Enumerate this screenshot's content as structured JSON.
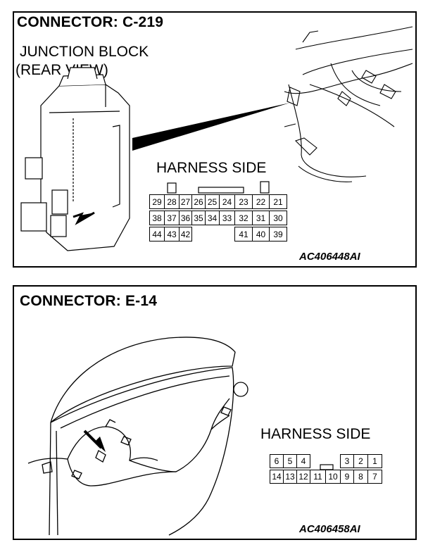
{
  "connector1": {
    "title": "CONNECTOR: C-219",
    "subtitle_line1": "JUNCTION BLOCK",
    "subtitle_line2": "(REAR VIEW)",
    "harness_label": "HARNESS SIDE",
    "code": "AC406448AI",
    "rows": [
      [
        "29",
        "28",
        "27",
        "26",
        "25",
        "24",
        "23",
        "22",
        "21"
      ],
      [
        "38",
        "37",
        "36",
        "35",
        "34",
        "33",
        "32",
        "31",
        "30"
      ],
      [
        "44",
        "43",
        "42",
        "",
        "",
        "",
        "41",
        "40",
        "39"
      ]
    ]
  },
  "connector2": {
    "title": "CONNECTOR: E-14",
    "harness_label": "HARNESS SIDE",
    "code": "AC406458AI",
    "rows": [
      [
        "6",
        "5",
        "4",
        "",
        "",
        "3",
        "2",
        "1"
      ],
      [
        "14",
        "13",
        "12",
        "11",
        "10",
        "9",
        "8",
        "7"
      ]
    ]
  }
}
